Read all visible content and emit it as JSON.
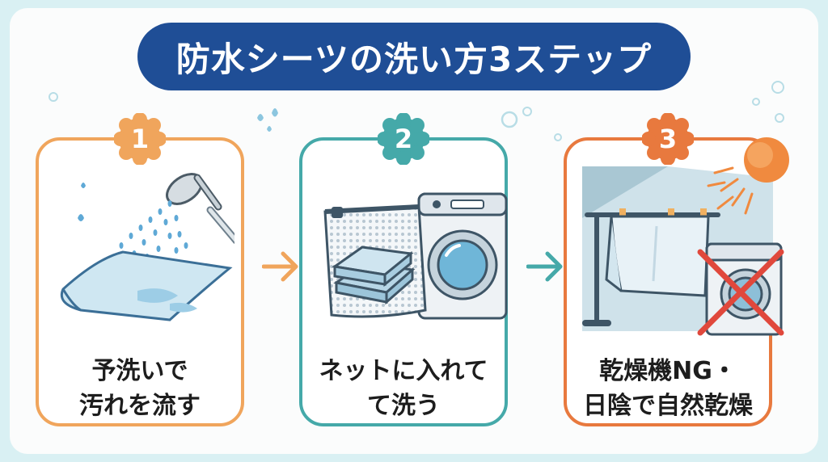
{
  "title": "防水シーツの洗い方3ステップ",
  "steps": [
    {
      "number": "1",
      "line1": "予洗いで",
      "line2": "汚れを流す",
      "color": "#f0a55c"
    },
    {
      "number": "2",
      "line1": "ネットに入れて",
      "line2": "て洗う",
      "color": "#45a9a9"
    },
    {
      "number": "3",
      "line1": "乾燥機NG・",
      "line2": "日陰で自然乾燥",
      "color": "#e8793e"
    }
  ],
  "icons": {
    "step1": [
      "shower-head-icon",
      "water-drops-icon",
      "waterproof-sheet-icon"
    ],
    "step2": [
      "laundry-net-icon",
      "folded-sheet-icon",
      "washing-machine-icon"
    ],
    "step3": [
      "drying-rack-icon",
      "hanging-sheet-icon",
      "sun-icon",
      "dryer-prohibited-icon"
    ]
  },
  "colors": {
    "title_bg": "#1f4e96",
    "page_bg": "#d9f0f3",
    "prohibit_x": "#e0483c"
  }
}
